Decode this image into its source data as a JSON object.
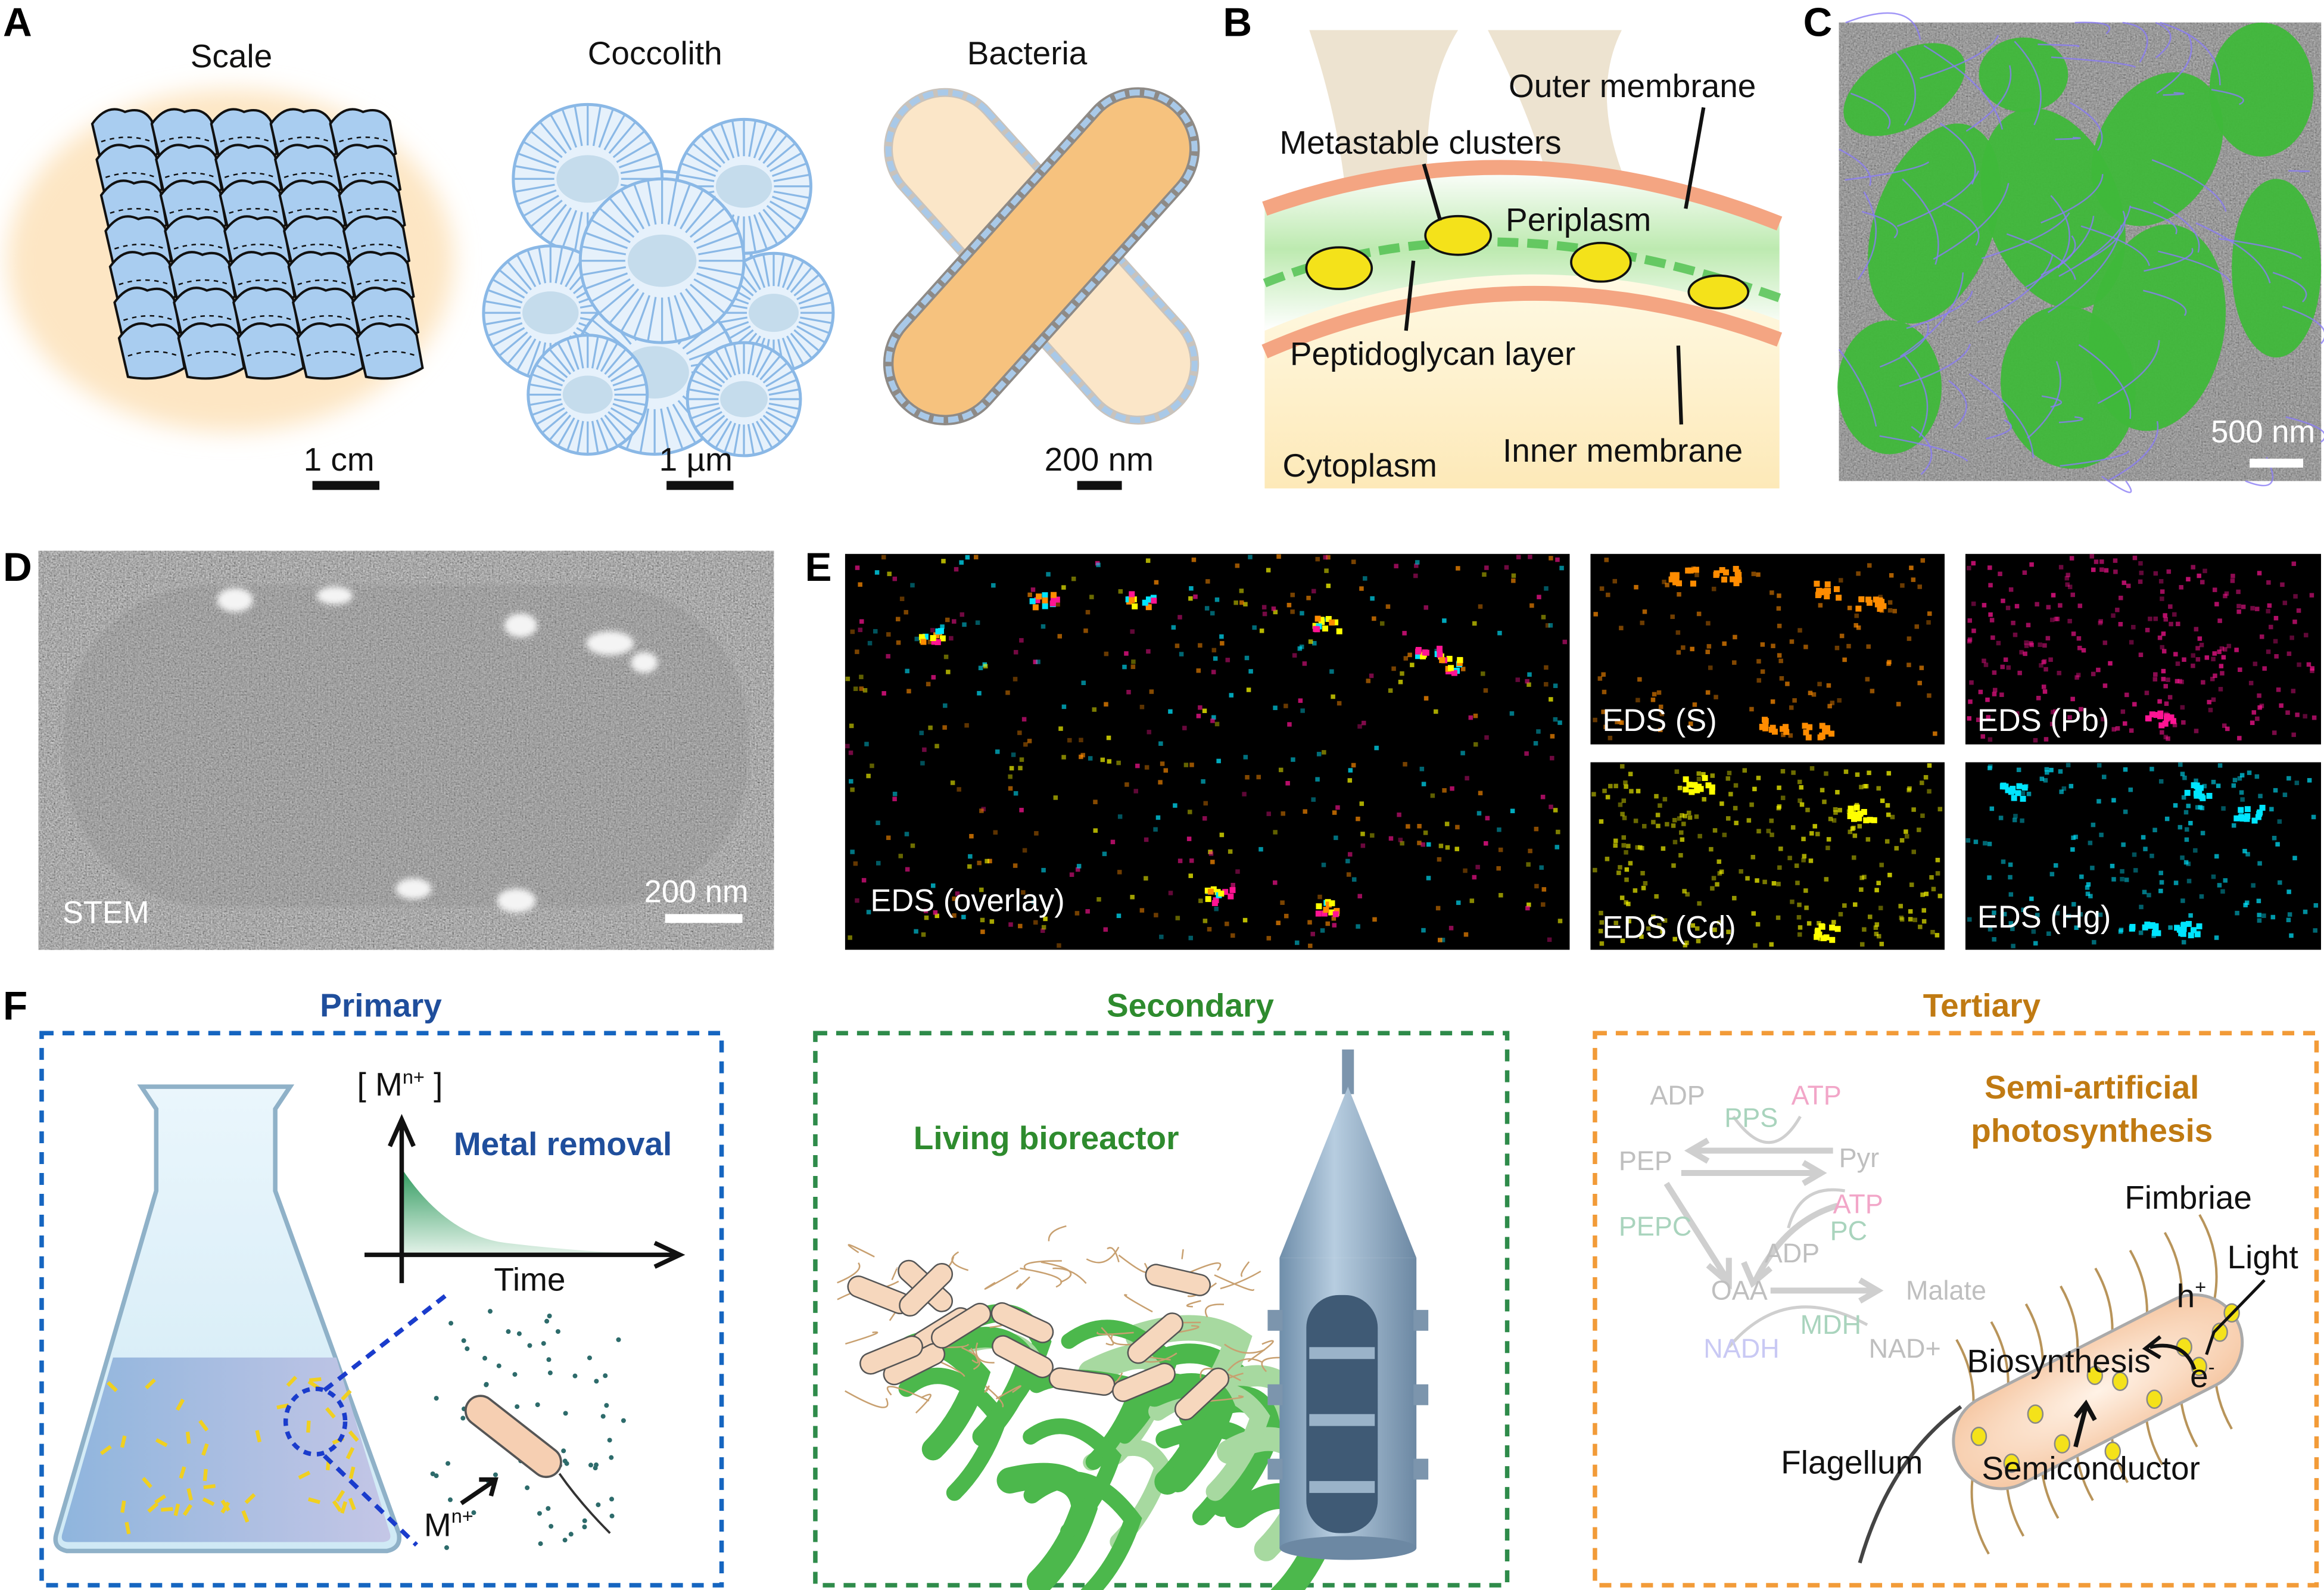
{
  "panels": {
    "A": {
      "letter": "A",
      "titles": [
        "Scale",
        "Coccolith",
        "Bacteria"
      ],
      "scale_bars": [
        "1 cm",
        "1 µm",
        "200 nm"
      ]
    },
    "B": {
      "letter": "B",
      "outer_membrane": "Outer membrane",
      "metastable_clusters": "Metastable clusters",
      "periplasm": "Periplasm",
      "peptidoglycan": "Peptidoglycan layer",
      "inner_membrane": "Inner membrane",
      "cytoplasm": "Cytoplasm"
    },
    "C": {
      "letter": "C",
      "scale_bar": "500 nm"
    },
    "D": {
      "letter": "D",
      "label": "STEM",
      "scale_bar": "200 nm"
    },
    "E": {
      "letter": "E",
      "overlay": "EDS (overlay)",
      "maps": [
        "EDS (S)",
        "EDS (Pb)",
        "EDS (Cd)",
        "EDS (Hg)"
      ]
    },
    "F": {
      "letter": "F",
      "primary": {
        "title": "Primary",
        "y_axis": "[ M",
        "y_axis_sup": "n+",
        "y_axis_close": " ]",
        "metal_removal": "Metal removal",
        "time": "Time",
        "ion": "M",
        "ion_sup": "n+"
      },
      "secondary": {
        "title": "Secondary",
        "living_bioreactor": "Living bioreactor"
      },
      "tertiary": {
        "title": "Tertiary",
        "heading_1": "Semi-artificial",
        "heading_2": "photosynthesis",
        "pathway": {
          "adp1": "ADP",
          "atp1": "ATP",
          "pps": "PPS",
          "pep": "PEP",
          "pyr": "Pyr",
          "atp2": "ATP",
          "pc": "PC",
          "pepc": "PEPC",
          "adp2": "ADP",
          "oaa": "OAA",
          "malate": "Malate",
          "mdh": "MDH",
          "nadh": "NADH",
          "nad": "NAD+"
        },
        "fimbriae": "Fimbriae",
        "light": "Light",
        "h": "h",
        "h_sup": "+",
        "e": "e",
        "e_sup": "-",
        "biosynthesis": "Biosynthesis",
        "flagellum": "Flagellum",
        "semiconductor": "Semiconductor"
      }
    }
  },
  "colors": {
    "primary": "#1f4e9c",
    "secondary": "#2e8b2e",
    "tertiary": "#c07a12",
    "box_primary": "#1565c0",
    "box_secondary": "#2e8b4a",
    "box_tertiary": "#f29b38",
    "membrane": "#f4a582",
    "cell_fill": "#f6c98c",
    "scale_blue": "#9cc3ea",
    "sem_green": "#3fb83a",
    "sem_purple": "#7b6cf0"
  }
}
